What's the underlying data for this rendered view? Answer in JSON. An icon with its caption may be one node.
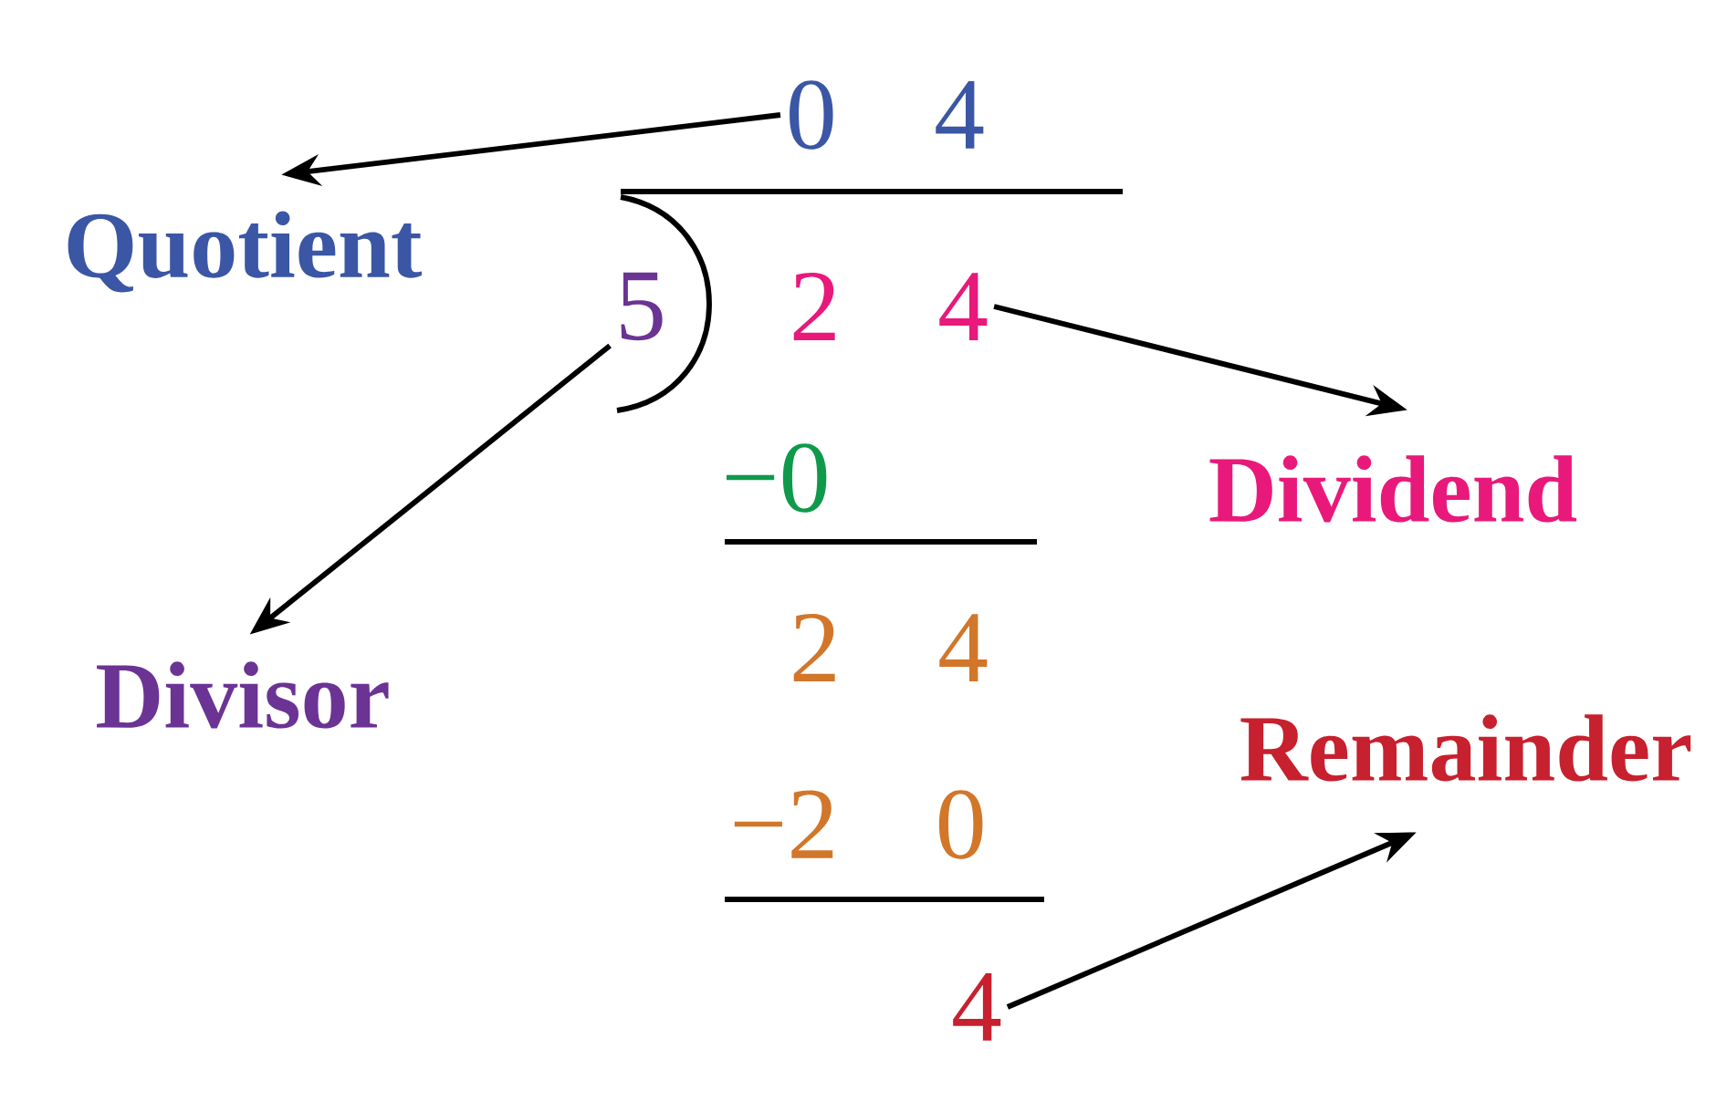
{
  "diagram": {
    "nodes": [
      {
        "text": [
          "0 4"
        ]
      },
      {
        "text": [
          "Quotient"
        ]
      },
      {
        "text": [
          "5"
        ]
      },
      {
        "text": [
          "Divisor"
        ]
      },
      {
        "text": [
          "2 4"
        ]
      },
      {
        "text": [
          "Dividend"
        ]
      },
      {
        "text": [
          "4"
        ]
      },
      {
        "text": [
          "Remainder"
        ]
      }
    ],
    "edges": [
      {
        "from": 0,
        "to": 1,
        "arrow": "to"
      },
      {
        "from": 2,
        "to": 3,
        "arrow": "to"
      },
      {
        "from": 4,
        "to": 5,
        "arrow": "to"
      },
      {
        "from": 6,
        "to": 7,
        "arrow": "to"
      }
    ],
    "labels": [
      "−0",
      "2 4",
      "−2 0"
    ]
  }
}
